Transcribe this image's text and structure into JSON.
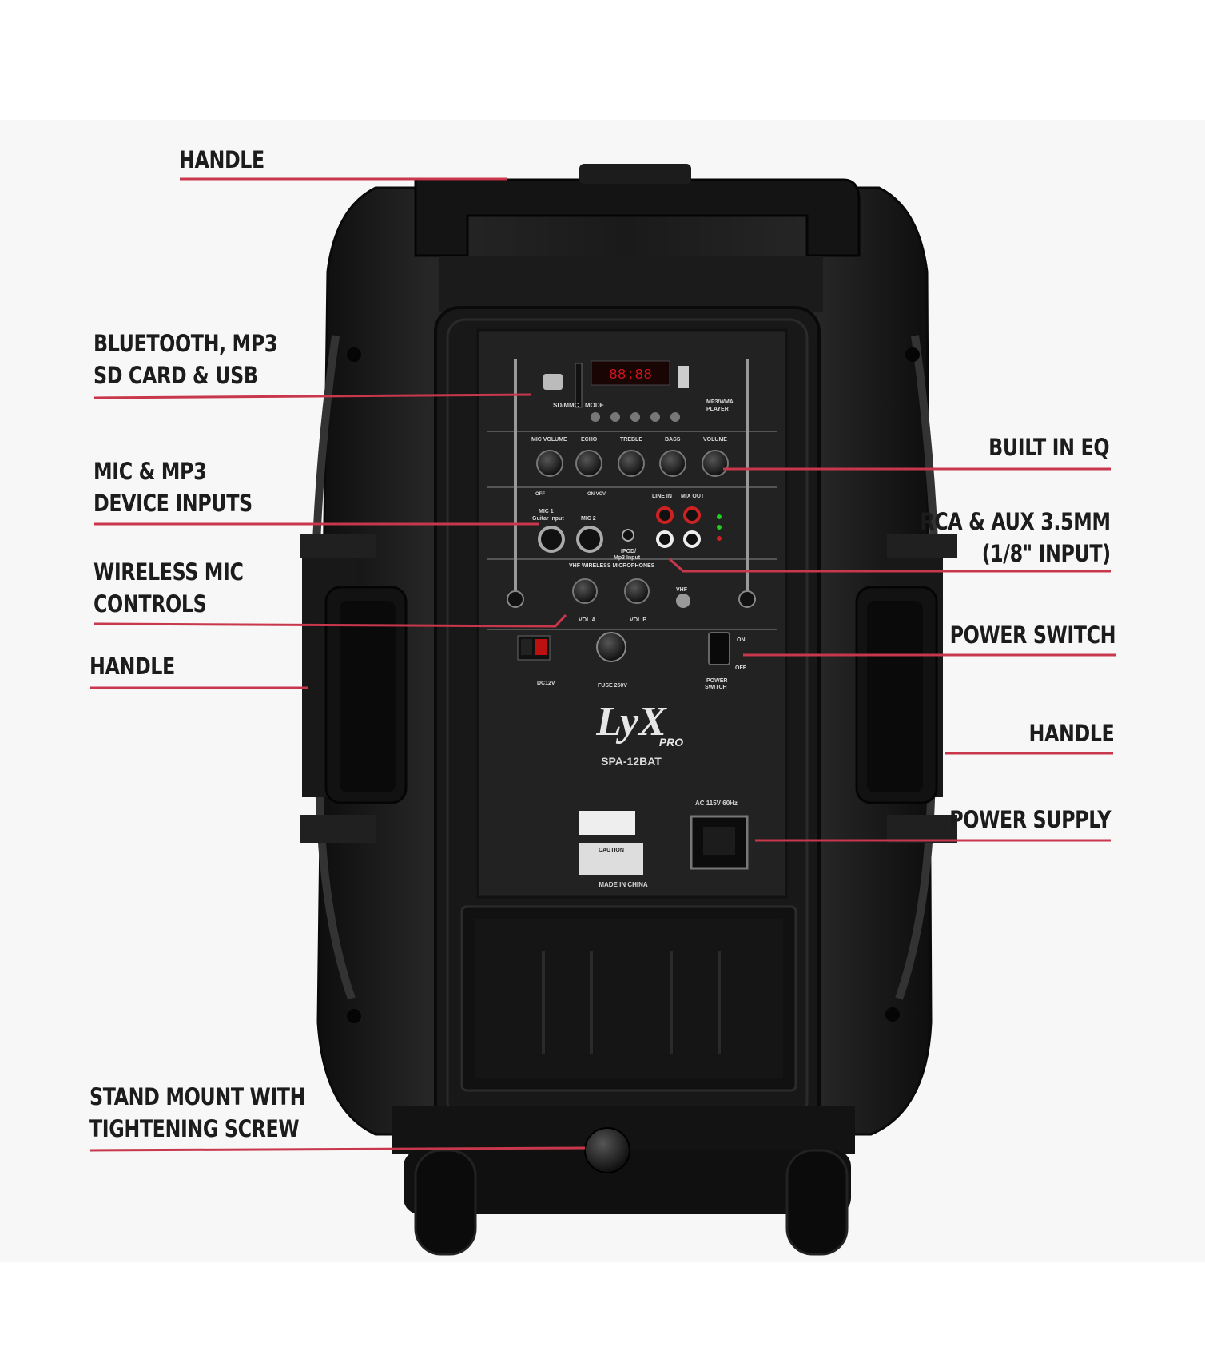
{
  "colors": {
    "leader_line": "#c8374b",
    "speaker_body": "#1b1b1b",
    "panel": "#222222",
    "label_text": "#1c1c1c"
  },
  "callouts": {
    "handle_top": "HANDLE",
    "bluetooth": [
      "BLUETOOTH, MP3",
      "SD CARD & USB"
    ],
    "mic_inputs": [
      "MIC & MP3",
      "DEVICE INPUTS"
    ],
    "wireless": [
      "WIRELESS MIC",
      "CONTROLS"
    ],
    "handle_left": "HANDLE",
    "stand_mount": [
      "STAND MOUNT WITH",
      "TIGHTENING SCREW"
    ],
    "built_in_eq": "BUILT IN EQ",
    "rca_aux": [
      "RCA & AUX 3.5MM",
      "(1/8\" INPUT)"
    ],
    "power_switch": "POWER SWITCH",
    "handle_right": "HANDLE",
    "power_supply": "POWER SUPPLY"
  },
  "panel": {
    "sd_label": "SD/MMC",
    "mode": "MODE",
    "mp3_player": [
      "MP3/WMA",
      "PLAYER"
    ],
    "knobs": [
      "MIC VOLUME",
      "ECHO",
      "TREBLE",
      "BASS",
      "VOLUME"
    ],
    "off": "OFF",
    "on_vcv": "ON  VCV",
    "mic1": [
      "MIC 1",
      "Guitar Input"
    ],
    "mic2": "MIC 2",
    "line_in": "LINE IN",
    "mix_out": "MIX OUT",
    "ipod": [
      "IPOD/",
      "Mp3 Input"
    ],
    "vhf_title": "VHF WIRELESS MICROPHONES",
    "vol_a": "VOL.A",
    "vol_b": "VOL.B",
    "vhf": "VHF",
    "dc12v": "DC12V",
    "fuse": "FUSE 250V",
    "power_switch": [
      "POWER",
      "SWITCH"
    ],
    "on": "ON",
    "off2": "OFF",
    "brand": "LyX",
    "brand_sub": "PRO",
    "model": "SPA-12BAT",
    "ac_rating": "AC 115V 60Hz",
    "caution": "CAUTION",
    "made_in": "MADE IN CHINA"
  }
}
